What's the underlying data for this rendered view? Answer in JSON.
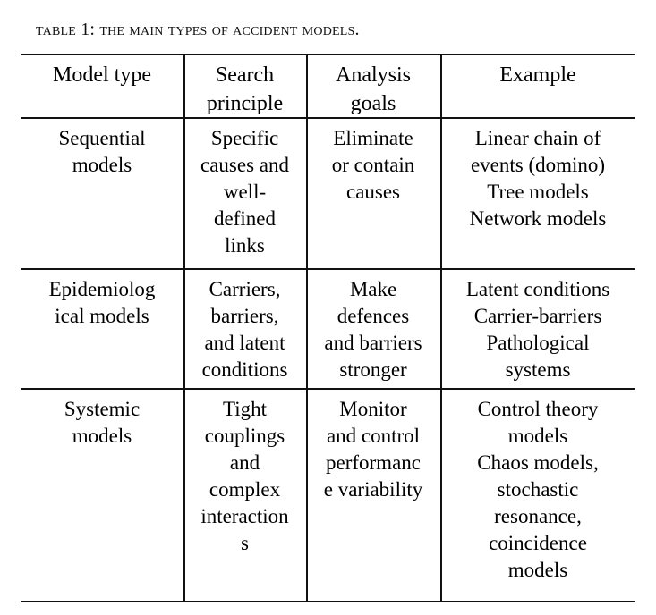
{
  "document": {
    "caption_prefix": "Table",
    "caption_number": "1:",
    "caption_text": "The main types of accident models.",
    "caption_full": "TABLE 1: THE MAIN TYPES OF ACCIDENT MODELS."
  },
  "table": {
    "columns": [
      "Model type",
      "Search principle",
      "Analysis goals",
      "Example"
    ],
    "column_header_lines": [
      [
        "Model type"
      ],
      [
        "Search",
        "principle"
      ],
      [
        "Analysis",
        "goals"
      ],
      [
        "Example"
      ]
    ],
    "rows": [
      {
        "model_type": [
          "Sequential",
          "models"
        ],
        "search_principle": [
          "Specific",
          "causes and",
          "well-",
          "defined",
          "links"
        ],
        "analysis_goals": [
          "Eliminate",
          "or contain",
          "causes"
        ],
        "example": [
          "Linear chain of",
          "events (domino)",
          "Tree models",
          "Network models"
        ]
      },
      {
        "model_type": [
          "Epidemiolog",
          "ical models"
        ],
        "search_principle": [
          "Carriers,",
          "barriers,",
          "and latent",
          "conditions"
        ],
        "analysis_goals": [
          "Make",
          "defences",
          "and barriers",
          "stronger"
        ],
        "example": [
          "Latent conditions",
          "Carrier-barriers",
          "Pathological",
          "systems"
        ]
      },
      {
        "model_type": [
          "Systemic",
          "models"
        ],
        "search_principle": [
          "Tight",
          "couplings",
          "and",
          "complex",
          "interaction",
          "s"
        ],
        "analysis_goals": [
          "Monitor",
          "and control",
          "performanc",
          "e variability"
        ],
        "example": [
          "Control theory",
          "models",
          "Chaos models,",
          "stochastic",
          "resonance,",
          "coincidence",
          "models"
        ]
      }
    ]
  },
  "style": {
    "ink": "#111111",
    "paper": "#ffffff"
  }
}
